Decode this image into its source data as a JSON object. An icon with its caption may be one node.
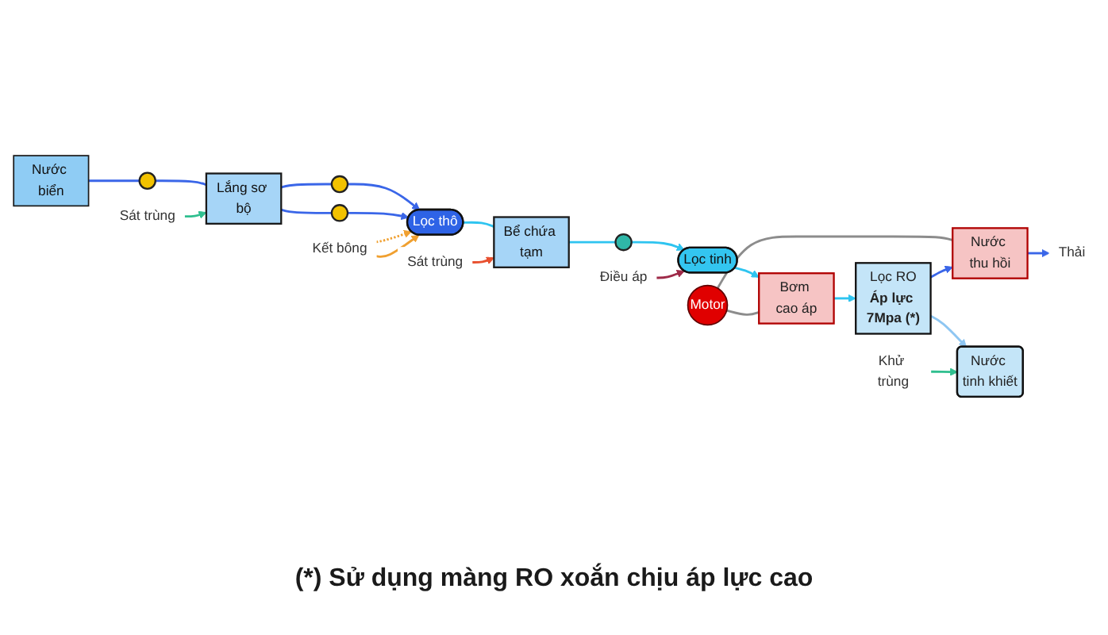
{
  "diagram": {
    "caption": "(*) Sử dụng màng RO xoắn chịu áp lực cao",
    "nodes": [
      {
        "text": [
          "Nước biển"
        ]
      },
      {
        "text": [],
        "shape": "circle"
      },
      {
        "text": [
          "Sát trùng"
        ]
      },
      {
        "text": [
          "Lắng sơ bộ"
        ]
      },
      {
        "text": [],
        "shape": "circle"
      },
      {
        "text": [],
        "shape": "circle"
      },
      {
        "text": [
          "Kết bông"
        ]
      },
      {
        "text": [
          "Lọc thô"
        ]
      },
      {
        "text": [
          "Sát trùng"
        ]
      },
      {
        "text": [
          "Bể chứa tạm"
        ]
      },
      {
        "text": [],
        "shape": "circle"
      },
      {
        "text": [
          "Điều áp"
        ]
      },
      {
        "text": [
          "Lọc tinh"
        ]
      },
      {
        "text": [
          "Bơm cao áp"
        ]
      },
      {
        "text": [
          "Motor"
        ]
      },
      {
        "text": [
          "Nước thu hồi"
        ]
      },
      {
        "text": [
          "Thải"
        ]
      },
      {
        "text": [
          "Lọc RO",
          "Áp lực 7Mpa (*)"
        ]
      },
      {
        "text": [
          "Khử trùng"
        ]
      },
      {
        "text": [
          "Nước tinh khiết"
        ]
      }
    ],
    "edges": [
      {
        "from": 0,
        "to": 1,
        "arrow": "none"
      },
      {
        "from": 1,
        "to": 3,
        "arrow": "none"
      },
      {
        "from": 2,
        "to": 3,
        "arrow": "to",
        "color": "#2fbf8f"
      },
      {
        "from": 3,
        "to": 4,
        "arrow": "none"
      },
      {
        "from": 3,
        "to": 5,
        "arrow": "none"
      },
      {
        "from": 4,
        "to": 7,
        "arrow": "to"
      },
      {
        "from": 5,
        "to": 7,
        "arrow": "to"
      },
      {
        "from": 6,
        "to": 7,
        "arrow": "to",
        "style": "dashed",
        "color": "#f0a030"
      },
      {
        "from": 6,
        "to": 7,
        "arrow": "to",
        "color": "#f0a030"
      },
      {
        "from": 7,
        "to": 9,
        "arrow": "none",
        "color": "#2ec4f0"
      },
      {
        "from": 8,
        "to": 9,
        "arrow": "to",
        "color": "#e8502f"
      },
      {
        "from": 9,
        "to": 10,
        "arrow": "none",
        "color": "#2ec4f0"
      },
      {
        "from": 10,
        "to": 12,
        "arrow": "to",
        "color": "#2ec4f0"
      },
      {
        "from": 11,
        "to": 12,
        "arrow": "to",
        "color": "#9e2a48"
      },
      {
        "from": 12,
        "to": 13,
        "arrow": "to",
        "color": "#2ec4f0"
      },
      {
        "from": 13,
        "to": 17,
        "arrow": "to",
        "color": "#2ec4f0"
      },
      {
        "from": 14,
        "to": 13,
        "arrow": "none",
        "color": "#8c8c8c"
      },
      {
        "from": 14,
        "to": 15,
        "arrow": "none",
        "color": "#8c8c8c"
      },
      {
        "from": 17,
        "to": 15,
        "arrow": "to"
      },
      {
        "from": 15,
        "to": 16,
        "arrow": "to"
      },
      {
        "from": 17,
        "to": 19,
        "arrow": "to",
        "color": "#8ec6f2"
      },
      {
        "from": 18,
        "to": 19,
        "arrow": "to",
        "color": "#2fbf8f"
      }
    ]
  }
}
